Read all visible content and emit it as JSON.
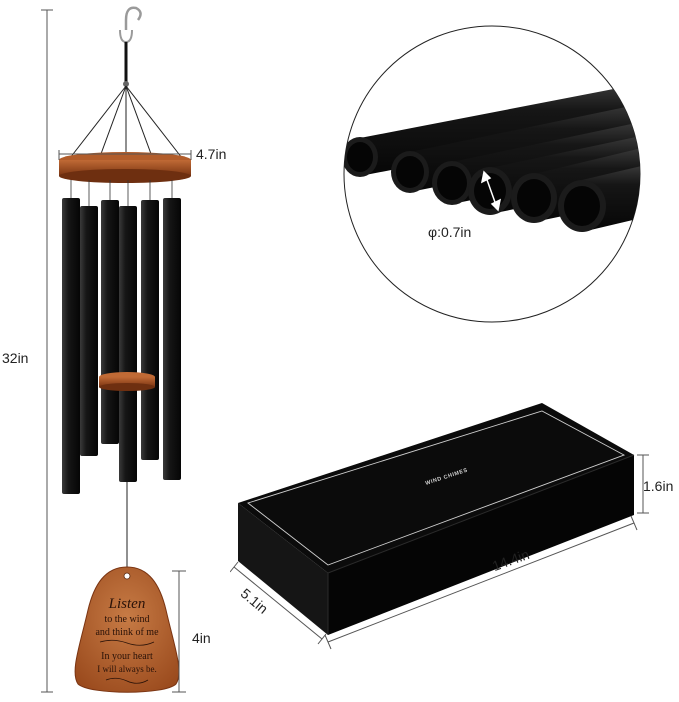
{
  "product": {
    "dimensions": {
      "height": "32in",
      "top_width": "4.7in",
      "tube_diameter": "φ:0.7in",
      "plaque_height": "4in",
      "box_length": "14.4in",
      "box_width": "5.1in",
      "box_height": "1.6in"
    },
    "plaque": {
      "line1": "Listen",
      "line2": "to the wind",
      "line3": "and think of me",
      "line4": "In your heart",
      "line5": "I will always be."
    },
    "box_label": "WIND CHIMES"
  },
  "colors": {
    "tube": "#111111",
    "wood": "#9c4a1e",
    "box": "#0c0c0c",
    "box_trim": "#cfcfcf"
  }
}
